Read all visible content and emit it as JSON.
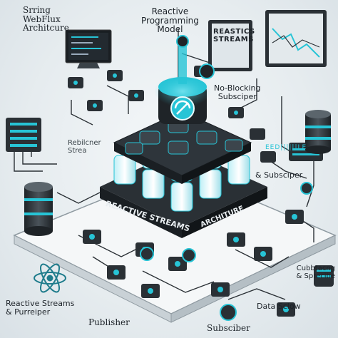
{
  "labels": {
    "spring_webflux": [
      "Srring",
      "WebFlux",
      "Architcure"
    ],
    "reactive_model": [
      "Reactive",
      "Programming",
      "Model"
    ],
    "streams_panel": [
      "REASTICS",
      "STREAMS"
    ],
    "non_blocking": [
      "No-Blocking",
      "Subsciper"
    ],
    "rebilcner": [
      "Rebilcner",
      "Strea"
    ],
    "subsciper_right": "& Subsciper",
    "platform_left": "REACTIVE STREAMS",
    "platform_right": "ARCHITURE",
    "reactive_streams_bottom": [
      "Reactive Streams",
      "& Purreiper"
    ],
    "publisher": "Publisher",
    "subsciber": "Subsciber",
    "data_flow": "Data Sclow",
    "cubbtacng": [
      "Cubbtacng",
      "& Sprecibe"
    ],
    "monitor_tag": "",
    "device_tag": "EED||||||LE"
  },
  "colors": {
    "accent": "#27c4d6",
    "accent_glow": "#7fe9f5",
    "dark": "#23282d",
    "line": "#2b3136"
  },
  "icons": [
    "react-atom-icon",
    "database-icon",
    "monitor-icon",
    "chart-icon",
    "stream-node-icon",
    "cloud-icon"
  ]
}
